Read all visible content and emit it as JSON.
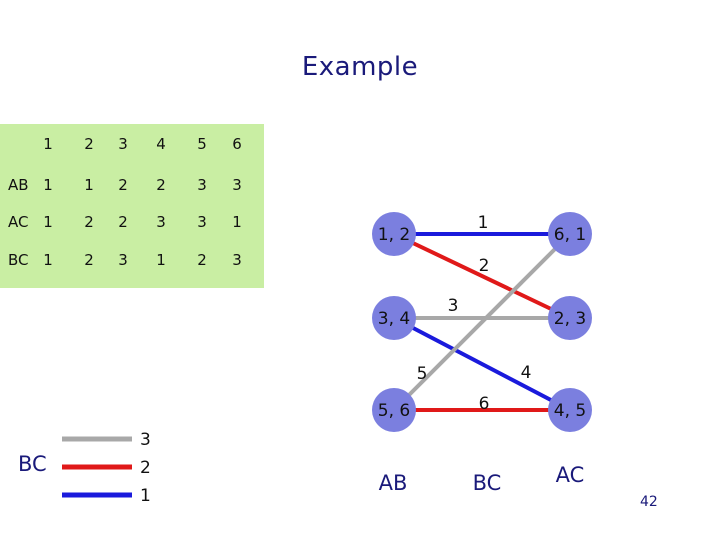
{
  "title": "Example",
  "table": {
    "header": [
      "",
      "1",
      "2",
      "3",
      "4",
      "5",
      "6"
    ],
    "rows": [
      {
        "label": "AB",
        "values": [
          "1",
          "1",
          "2",
          "2",
          "3",
          "3"
        ]
      },
      {
        "label": "AC",
        "values": [
          "1",
          "2",
          "2",
          "3",
          "3",
          "1"
        ]
      },
      {
        "label": "BC",
        "values": [
          "1",
          "2",
          "3",
          "1",
          "2",
          "3"
        ]
      }
    ]
  },
  "graph": {
    "nodes": [
      {
        "id": "n12",
        "label": "1, 2"
      },
      {
        "id": "n61",
        "label": "6, 1"
      },
      {
        "id": "n34",
        "label": "3, 4"
      },
      {
        "id": "n23",
        "label": "2, 3"
      },
      {
        "id": "n56",
        "label": "5, 6"
      },
      {
        "id": "n45",
        "label": "4, 5"
      }
    ],
    "edges": [
      {
        "from": "n12",
        "to": "n61",
        "color": "#1a1adc",
        "label": "1"
      },
      {
        "from": "n12",
        "to": "n23",
        "color": "#e01919",
        "label": "2"
      },
      {
        "from": "n34",
        "to": "n23",
        "color": "#a8a8a8",
        "label": "3"
      },
      {
        "from": "n34",
        "to": "n45",
        "color": "#1a1adc",
        "label": "4"
      },
      {
        "from": "n56",
        "to": "n61",
        "color": "#a8a8a8",
        "label": "6"
      },
      {
        "from": "n56",
        "to": "n45",
        "color": "#e01919",
        "label": "5"
      }
    ],
    "column_labels": [
      "AB",
      "BC",
      "AC"
    ],
    "node_color": "#7b7fdf"
  },
  "legend": {
    "title": "BC",
    "items": [
      {
        "color": "#a8a8a8",
        "number": "3"
      },
      {
        "color": "#e01919",
        "number": "2"
      },
      {
        "color": "#1a1adc",
        "number": "1"
      }
    ]
  },
  "page_number": "42"
}
